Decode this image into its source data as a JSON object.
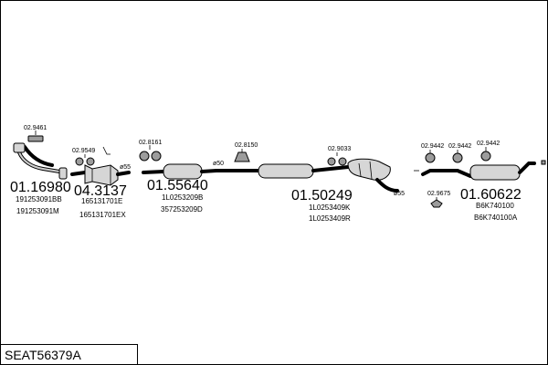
{
  "title": "SEAT56379A",
  "groups": [
    {
      "id": "front-pipe",
      "part_number": "01.16980",
      "codes": [
        "191253091BB",
        "191253091M"
      ],
      "accessories": [
        "02.9461"
      ]
    },
    {
      "id": "catalytic-converter",
      "part_number": "04.3137",
      "codes": [
        "165131701E",
        "165131701EX"
      ],
      "accessories": [
        "02.9549"
      ],
      "pipe_size": "ø55"
    },
    {
      "id": "front-silencer",
      "part_number": "01.55640",
      "codes": [
        "1L0253209B",
        "357253209D"
      ],
      "accessories": [
        "02.8161"
      ]
    },
    {
      "id": "middle-silencer",
      "part_number": "01.50249",
      "codes": [
        "1L0253409K",
        "1L0253409R"
      ],
      "accessories": [
        "02.8150",
        "02.9033"
      ],
      "pipe_sizes": [
        "ø50",
        "ø55"
      ]
    },
    {
      "id": "rear-silencer",
      "part_number": "01.60622",
      "codes": [
        "B6K740100",
        "B6K740100A"
      ],
      "accessories": [
        "02.9442",
        "02.9442",
        "02.9442",
        "02.9675"
      ]
    }
  ]
}
